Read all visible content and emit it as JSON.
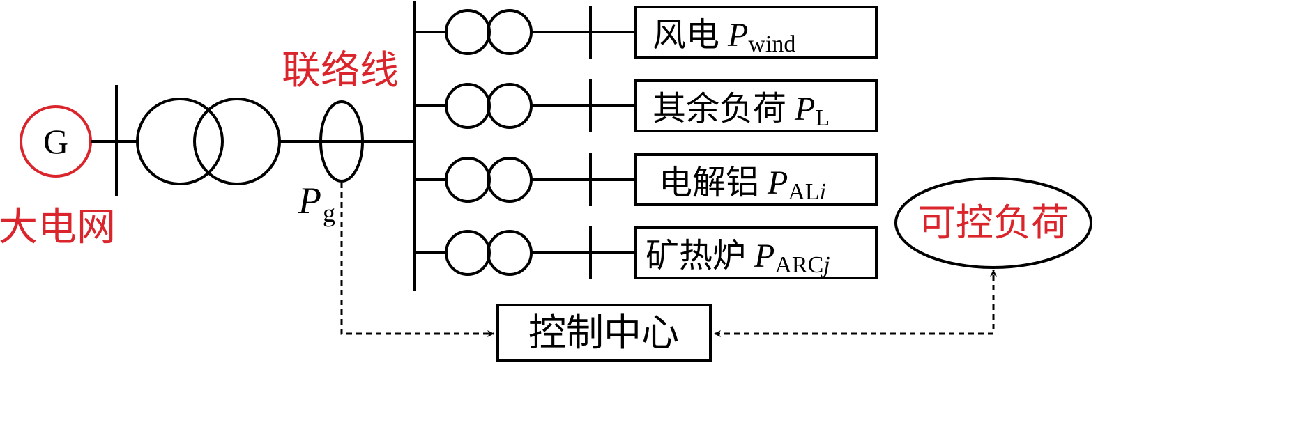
{
  "colors": {
    "line": "#000000",
    "accent": "#d9252b",
    "background": "#ffffff"
  },
  "generator": {
    "symbol": "G",
    "label": "大电网"
  },
  "tie_line": {
    "label": "联络线",
    "power_symbol": "P",
    "power_subscript": "g"
  },
  "feeders": [
    {
      "name": "风电",
      "symbol": "P",
      "subscript": "wind",
      "subscript_italic": ""
    },
    {
      "name": "其余负荷",
      "symbol": "P",
      "subscript": "L",
      "subscript_italic": ""
    },
    {
      "name": "电解铝",
      "symbol": "P",
      "subscript": "AL",
      "subscript_italic": "i"
    },
    {
      "name": "矿热炉",
      "symbol": "P",
      "subscript": "ARC",
      "subscript_italic": "j"
    }
  ],
  "control_center": {
    "label": "控制中心"
  },
  "controllable_load": {
    "label": "可控负荷"
  }
}
